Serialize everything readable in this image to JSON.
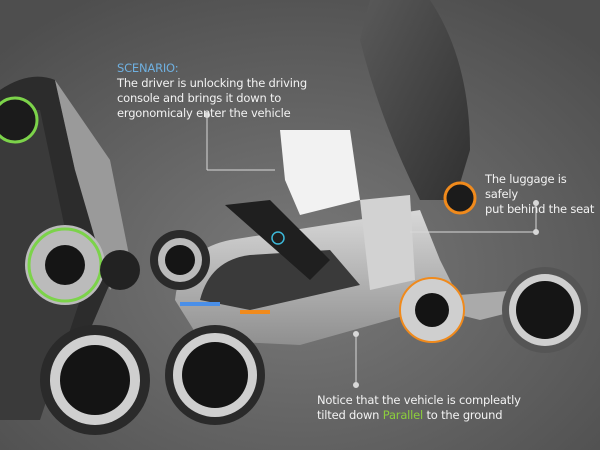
{
  "annotations": {
    "scenario": {
      "heading": "SCENARIO:",
      "lines": [
        "The driver is unlocking the driving",
        "console and  brings it down to",
        "ergonomicaly enter the vehicle"
      ]
    },
    "luggage": {
      "lines": [
        "The luggage is safely",
        "put behind  the seat"
      ]
    },
    "parallel": {
      "line1": "Notice that the vehicle is compleatly",
      "line2_before": "tilted down ",
      "line2_highlight": "Parallel",
      "line2_after": " to the ground"
    }
  },
  "colors": {
    "ground": "#6b6b6b",
    "heading": "#6fb0e0",
    "highlight": "#8ccf3c",
    "orange_ring": "#f08a1c",
    "green_ring": "#7cd34a",
    "blue_light": "#4a8fe8"
  }
}
